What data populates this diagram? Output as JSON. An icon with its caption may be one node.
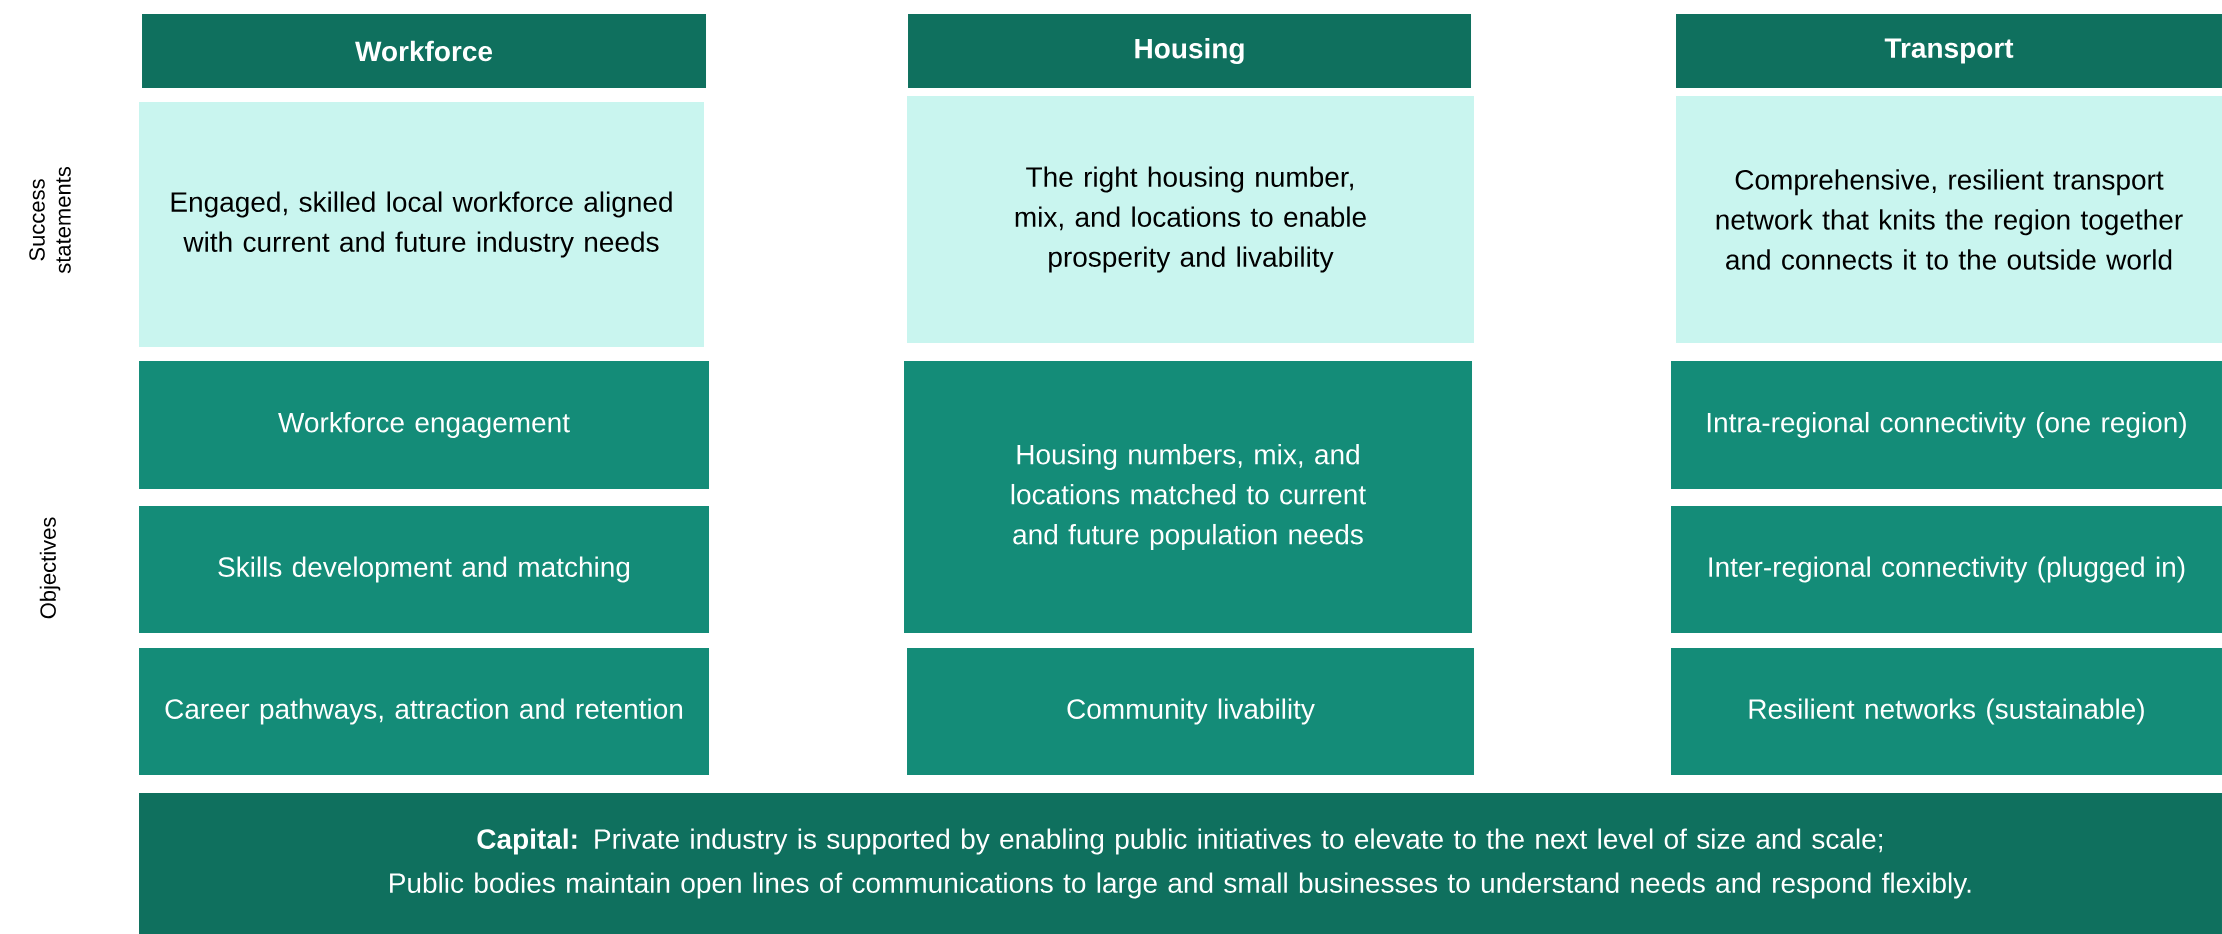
{
  "diagram": {
    "nodes": [
      {
        "text": [
          "Workforce"
        ]
      },
      {
        "text": [
          "Housing"
        ]
      },
      {
        "text": [
          "Transport"
        ]
      },
      {
        "text": [
          "Engaged, skilled local workforce aligned with current and future industry needs"
        ]
      },
      {
        "text": [
          "The right housing number, mix, and locations to enable prosperity and livability"
        ]
      },
      {
        "text": [
          "Comprehensive, resilient transport network that knits the region together and connects it to the outside world"
        ]
      },
      {
        "text": [
          "Workforce engagement"
        ]
      },
      {
        "text": [
          "Housing numbers, mix, and locations matched to current and future population needs"
        ]
      },
      {
        "text": [
          "Intra-regional connectivity (one region)"
        ]
      },
      {
        "text": [
          "Skills development and matching"
        ]
      },
      {
        "text": [
          "Inter-regional connectivity (plugged in)"
        ]
      },
      {
        "text": [
          "Career pathways, attraction and retention"
        ]
      },
      {
        "text": [
          "Community livability"
        ]
      },
      {
        "text": [
          "Resilient networks (sustainable)"
        ]
      },
      {
        "text": [
          "**Capital:** Private industry is supported by enabling public initiatives to elevate to the next level of size and scale;",
          "Public bodies maintain open lines of communications to large and small businesses to understand needs and respond flexibly."
        ]
      }
    ],
    "labels": [
      "Success statements",
      "Objectives"
    ]
  }
}
